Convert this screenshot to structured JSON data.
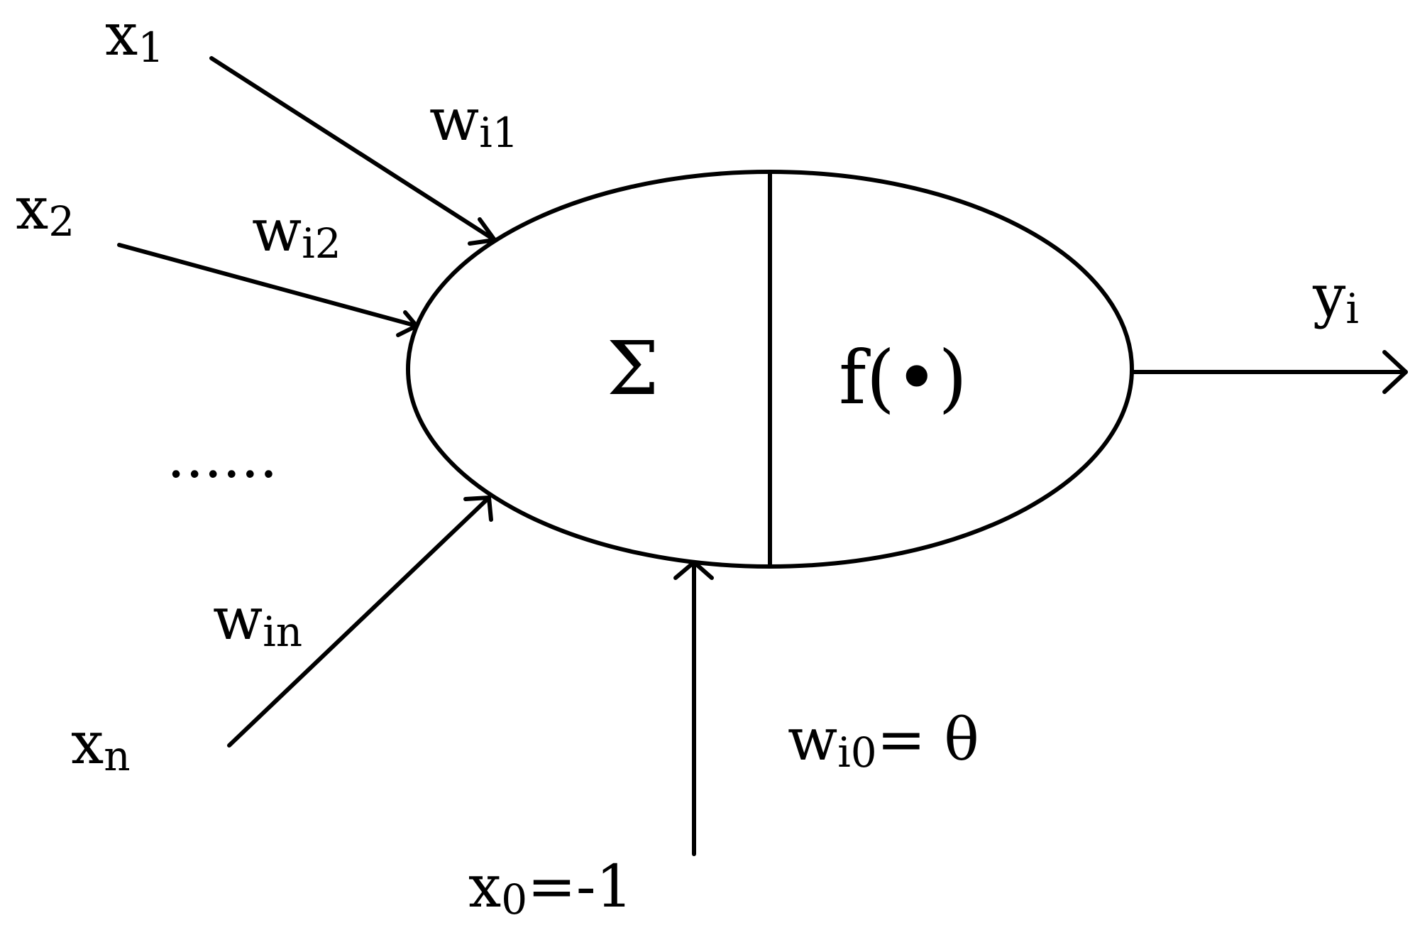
{
  "inputs": {
    "x1": {
      "base": "x",
      "sub": "1"
    },
    "x2": {
      "base": "x",
      "sub": "2"
    },
    "xn": {
      "base": "x",
      "sub": "n"
    },
    "x0": {
      "base": "x",
      "sub": "0",
      "suffix": "=-1"
    },
    "ellipsis": "......"
  },
  "weights": {
    "wi1": {
      "base": "w",
      "sub": "i1"
    },
    "wi2": {
      "base": "w",
      "sub": "i2"
    },
    "win": {
      "base": "w",
      "sub": "in"
    },
    "wi0": {
      "base": "w",
      "sub": "i0",
      "suffix": "= θ"
    }
  },
  "neuron": {
    "sum_symbol": "Σ",
    "activation_label": "f(•)"
  },
  "output": {
    "base": "y",
    "sub": "i"
  },
  "colors": {
    "stroke": "#000000",
    "background": "#ffffff"
  }
}
